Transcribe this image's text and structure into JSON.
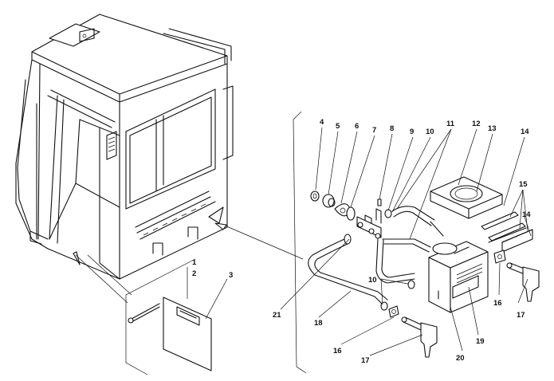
{
  "diagram": {
    "callouts": [
      {
        "id": "c1",
        "text": "1"
      },
      {
        "id": "c2",
        "text": "2"
      },
      {
        "id": "c3",
        "text": "3"
      },
      {
        "id": "c4",
        "text": "4"
      },
      {
        "id": "c5",
        "text": "5"
      },
      {
        "id": "c6",
        "text": "6"
      },
      {
        "id": "c7",
        "text": "7"
      },
      {
        "id": "c8",
        "text": "8"
      },
      {
        "id": "c9",
        "text": "9"
      },
      {
        "id": "c10a",
        "text": "10"
      },
      {
        "id": "c11",
        "text": "11"
      },
      {
        "id": "c12",
        "text": "12"
      },
      {
        "id": "c13",
        "text": "13"
      },
      {
        "id": "c14a",
        "text": "14"
      },
      {
        "id": "c15",
        "text": "15"
      },
      {
        "id": "c14b",
        "text": "14"
      },
      {
        "id": "c10b",
        "text": "10"
      },
      {
        "id": "c16a",
        "text": "16"
      },
      {
        "id": "c17a",
        "text": "17"
      },
      {
        "id": "c19",
        "text": "19"
      },
      {
        "id": "c20",
        "text": "20"
      },
      {
        "id": "c21",
        "text": "21"
      },
      {
        "id": "c18",
        "text": "18"
      },
      {
        "id": "c16b",
        "text": "16"
      },
      {
        "id": "c17b",
        "text": "17"
      }
    ]
  }
}
